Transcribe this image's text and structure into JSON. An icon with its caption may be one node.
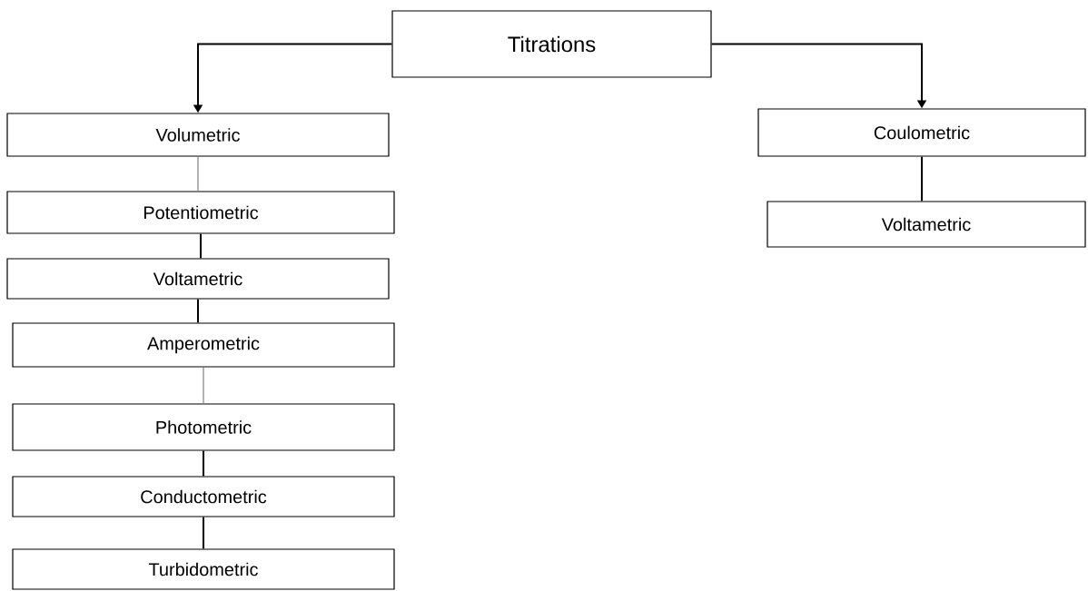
{
  "diagram": {
    "nodes": [
      {
        "text": [
          "Titrations"
        ]
      },
      {
        "text": [
          "Volumetric"
        ]
      },
      {
        "text": [
          "Potentiometric"
        ]
      },
      {
        "text": [
          "Voltametric"
        ]
      },
      {
        "text": [
          "Amperometric"
        ]
      },
      {
        "text": [
          "Photometric"
        ]
      },
      {
        "text": [
          "Conductometric"
        ]
      },
      {
        "text": [
          "Turbidometric"
        ]
      },
      {
        "text": [
          "Coulometric"
        ]
      },
      {
        "text": [
          "Voltametric"
        ]
      }
    ],
    "edges": [
      {
        "from": 0,
        "to": 1,
        "arrow": "to"
      },
      {
        "from": 0,
        "to": 8,
        "arrow": "to"
      },
      {
        "from": 1,
        "to": 2,
        "arrow": "none",
        "color": "#808080"
      },
      {
        "from": 2,
        "to": 3,
        "arrow": "none"
      },
      {
        "from": 3,
        "to": 4,
        "arrow": "none"
      },
      {
        "from": 4,
        "to": 5,
        "arrow": "none",
        "color": "#808080"
      },
      {
        "from": 5,
        "to": 6,
        "arrow": "none"
      },
      {
        "from": 6,
        "to": 7,
        "arrow": "none"
      },
      {
        "from": 8,
        "to": 9,
        "arrow": "none"
      }
    ]
  }
}
